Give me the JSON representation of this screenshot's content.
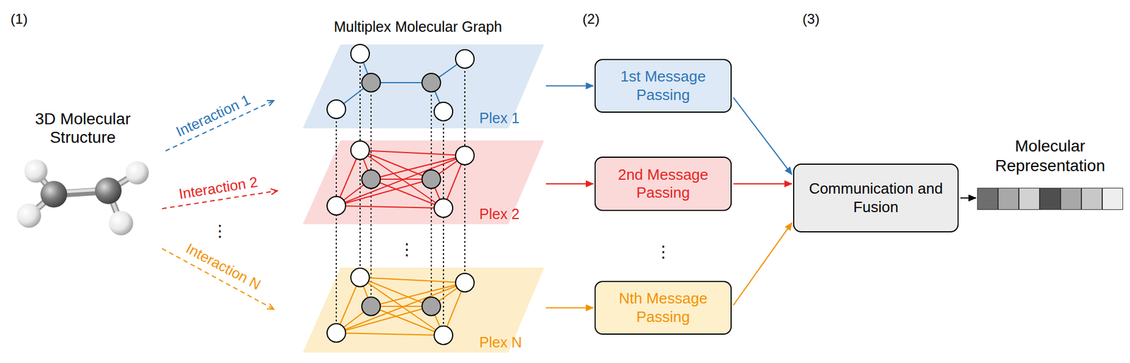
{
  "diagram": {
    "nodes": [
      {
        "text": [
          "Plex 1"
        ]
      },
      {
        "text": [
          "Plex 2"
        ]
      },
      {
        "text": [
          "Plex N"
        ]
      },
      {
        "text": [
          "1st Message Passing"
        ]
      },
      {
        "text": [
          "2nd Message Passing"
        ]
      },
      {
        "text": [
          "Nth Message Passing"
        ]
      },
      {
        "text": [
          "Communication and Fusion"
        ]
      },
      {
        "text": [
          "Molecular Representation"
        ]
      }
    ],
    "edges": [
      {
        "from": 0,
        "to": 3,
        "arrow": "to"
      },
      {
        "from": 1,
        "to": 4,
        "arrow": "to"
      },
      {
        "from": 2,
        "to": 5,
        "arrow": "to"
      },
      {
        "from": 3,
        "to": 6,
        "arrow": "to"
      },
      {
        "from": 4,
        "to": 6,
        "arrow": "to"
      },
      {
        "from": 5,
        "to": 6,
        "arrow": "to"
      },
      {
        "from": 6,
        "to": 7,
        "arrow": "to"
      }
    ],
    "labels": [
      "(1)",
      "3D Molecular Structure",
      "Interaction 1",
      "Interaction 2",
      "⋮",
      "Interaction N",
      "Multiplex Molecular Graph",
      "⋮",
      "(2)",
      "⋮",
      "(3)"
    ]
  }
}
